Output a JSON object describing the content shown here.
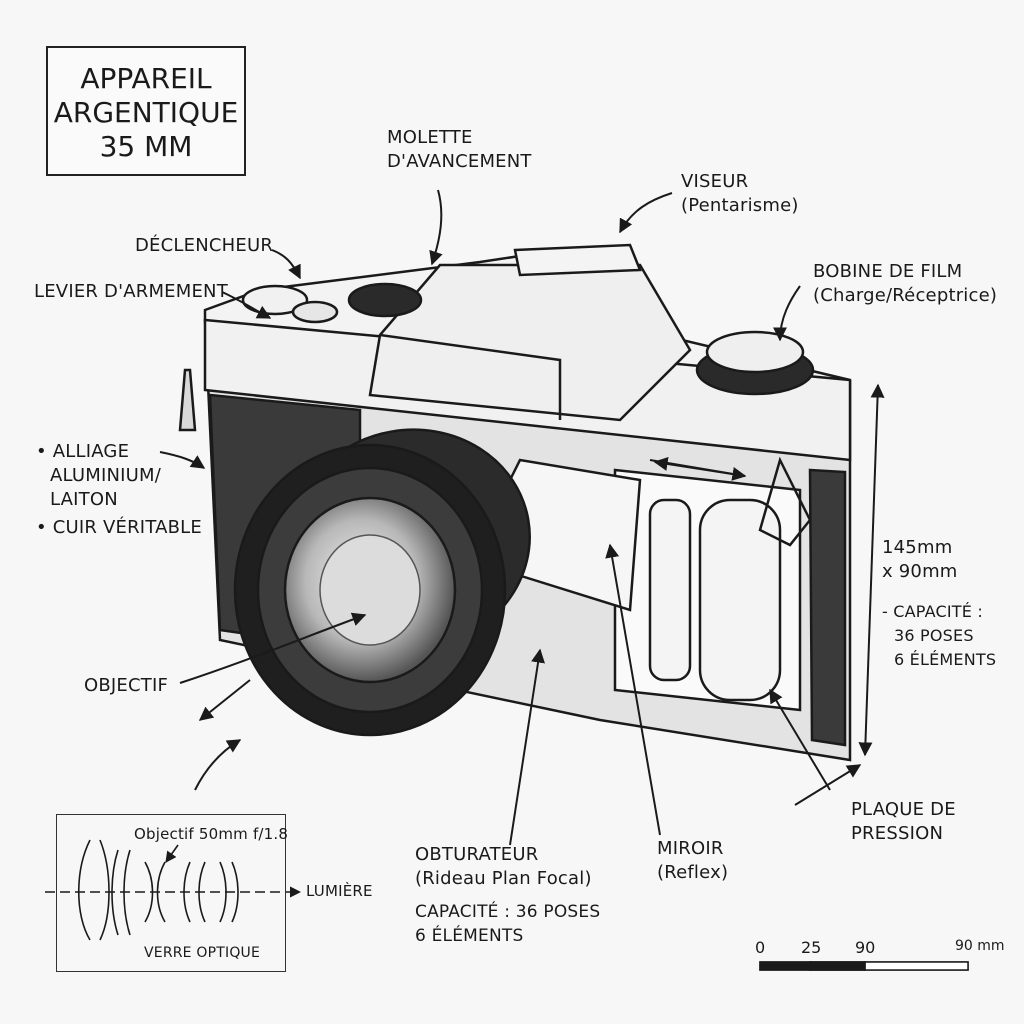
{
  "title": {
    "line1": "APPAREIL",
    "line2": "ARGENTIQUE",
    "line3": "35 MM"
  },
  "labels": {
    "advance_knob": {
      "line1": "MOLETTE",
      "line2": "D'AVANCEMENT"
    },
    "viewfinder": {
      "line1": "VISEUR",
      "line2": "(Pentarisme)"
    },
    "shutter_release": "DÉCLENCHEUR",
    "cocking_lever": "LEVIER D'ARMEMENT",
    "film_spool": {
      "line1": "BOBINE DE FILM",
      "line2": "(Charge/Réceptrice)"
    },
    "materials": {
      "line1": "• ALLIAGE",
      "line2": "ALUMINIUM/",
      "line3": "LAITON",
      "line4": "• CUIR VÉRITABLE"
    },
    "dimensions": {
      "line1": "145mm",
      "line2": "x 90mm"
    },
    "capacity_right": {
      "line1": "- CAPACITÉ :",
      "line2": "36 POSES",
      "line3": "6 ÉLÉMENTS"
    },
    "lens": "OBJECTIF",
    "shutter": {
      "line1": "OBTURATEUR",
      "line2": "(Rideau Plan Focal)"
    },
    "capacity_bottom": {
      "line1": "CAPACITÉ : 36 POSES",
      "line2": "6 ÉLÉMENTS"
    },
    "mirror": {
      "line1": "MIROIR",
      "line2": "(Reflex)"
    },
    "pressure_plate": {
      "line1": "PLAQUE DE",
      "line2": "PRESSION"
    }
  },
  "inset": {
    "lens_spec": "Objectif 50mm f/1.8",
    "light": "LUMIÈRE",
    "glass": "VERRE OPTIQUE"
  },
  "scale_bar": {
    "ticks": [
      "0",
      "25",
      "90",
      "90 mm"
    ]
  },
  "colors": {
    "ink": "#1a1a1a",
    "paper": "#f7f7f7",
    "leather": "#3a3a3a"
  }
}
